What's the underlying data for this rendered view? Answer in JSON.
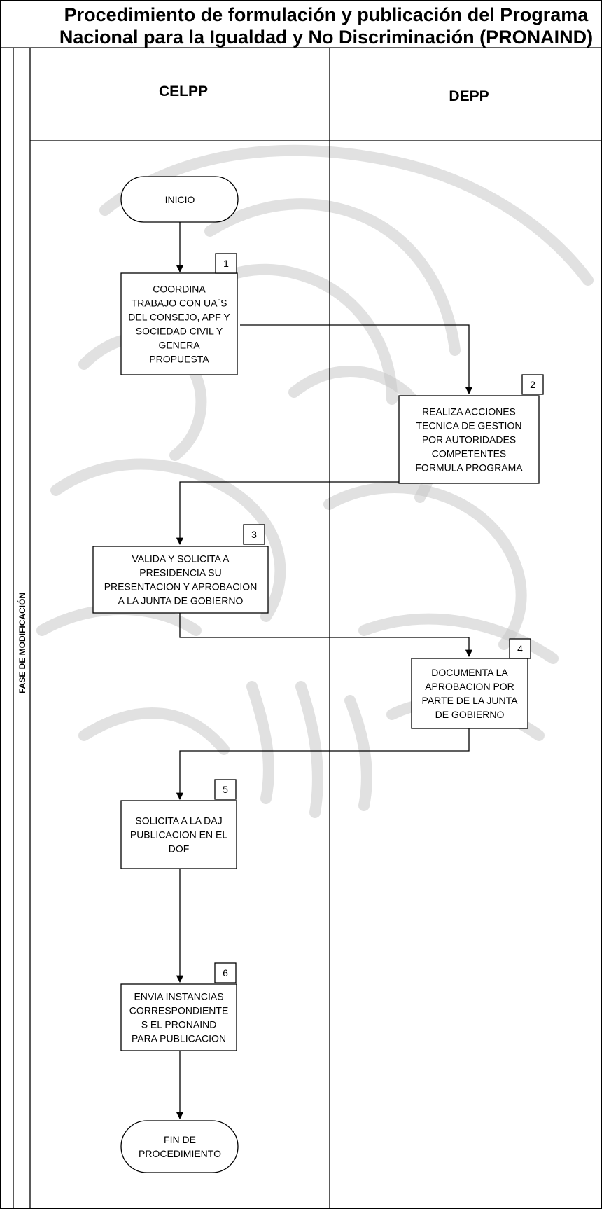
{
  "title": {
    "line1": "Procedimiento de formulación y publicación del Programa",
    "line2": "Nacional para la Igualdad y No Discriminación (PRONAIND)"
  },
  "phase_label": "FASE DE MODIFICACIÓN",
  "lanes": {
    "left": "CELPP",
    "right": "DEPP"
  },
  "start": {
    "label": "INICIO"
  },
  "end": {
    "lines": [
      "FIN DE",
      "PROCEDIMIENTO"
    ]
  },
  "steps": [
    {
      "number": "1",
      "lines": [
        "COORDINA",
        "TRABAJO CON UA´S",
        "DEL CONSEJO, APF Y",
        "SOCIEDAD CIVIL Y",
        "GENERA",
        "PROPUESTA"
      ]
    },
    {
      "number": "2",
      "lines": [
        "REALIZA ACCIONES",
        "TECNICA DE GESTION",
        "POR AUTORIDADES",
        "COMPETENTES",
        "FORMULA PROGRAMA"
      ]
    },
    {
      "number": "3",
      "lines": [
        "VALIDA Y SOLICITA A",
        "PRESIDENCIA SU",
        "PRESENTACION Y APROBACION",
        "A LA JUNTA DE GOBIERNO"
      ]
    },
    {
      "number": "4",
      "lines": [
        "DOCUMENTA LA",
        "APROBACION POR",
        "PARTE DE LA JUNTA",
        "DE GOBIERNO"
      ]
    },
    {
      "number": "5",
      "lines": [
        "SOLICITA A LA DAJ",
        "PUBLICACION EN EL",
        "DOF"
      ]
    },
    {
      "number": "6",
      "lines": [
        "ENVIA INSTANCIAS",
        "CORRESPONDIENTE",
        "S EL PRONAIND",
        "PARA PUBLICACION"
      ]
    }
  ]
}
